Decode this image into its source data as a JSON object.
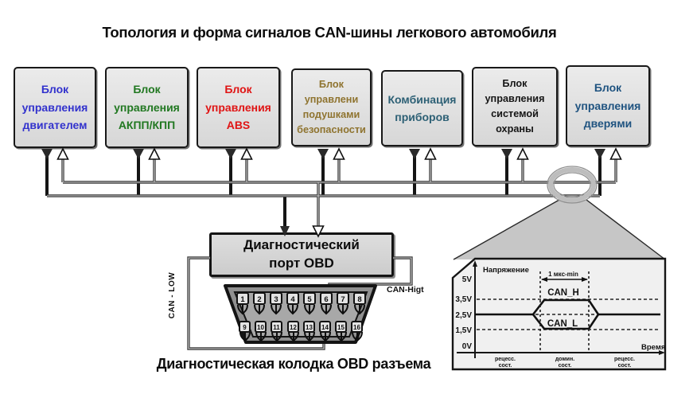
{
  "title": "Топология и форма сигналов CAN-шины легкового автомобиля",
  "ecu_boxes": [
    {
      "label": "Блок\nуправления\nдвигателем",
      "color": "#3232cd"
    },
    {
      "label": "Блок\nуправления\nАКПП/КПП",
      "color": "#217821"
    },
    {
      "label": "Блок\nуправления\nABS",
      "color": "#e01414"
    },
    {
      "label": "Блок\nуправлени\nподушками\nбезопасности",
      "color": "#8f7430"
    },
    {
      "label": "Комбинация\nприборов",
      "color": "#2d6075"
    },
    {
      "label": "Блок\nуправления\nсистемой\nохраны",
      "color": "#161616"
    },
    {
      "label": "Блок\nуправления\nдверями",
      "color": "#1f5380"
    }
  ],
  "obd_port": {
    "label": "Диагностический\nпорт OBD"
  },
  "wire_labels": {
    "can_low": "CAN - LOW",
    "can_high": "CAN-Higt"
  },
  "connector": {
    "pins_top": [
      "1",
      "2",
      "3",
      "4",
      "5",
      "6",
      "7",
      "8"
    ],
    "pins_bottom": [
      "9",
      "10",
      "11",
      "12",
      "13",
      "14",
      "15",
      "16"
    ],
    "caption": "Диагностическая колодка OBD разъема"
  },
  "scope": {
    "y_label": "Напряжение",
    "x_label": "Время",
    "voltages": [
      "5V",
      "3,5V",
      "2,5V",
      "1,5V",
      "0V"
    ],
    "pulse_width": "1 мкс-min",
    "can_h": "CAN_H",
    "can_l": "CAN_L",
    "states": [
      {
        "l1": "рецесс.",
        "l2": "сост."
      },
      {
        "l1": "домин.",
        "l2": "сост."
      },
      {
        "l1": "рецесс.",
        "l2": "сост."
      }
    ]
  }
}
